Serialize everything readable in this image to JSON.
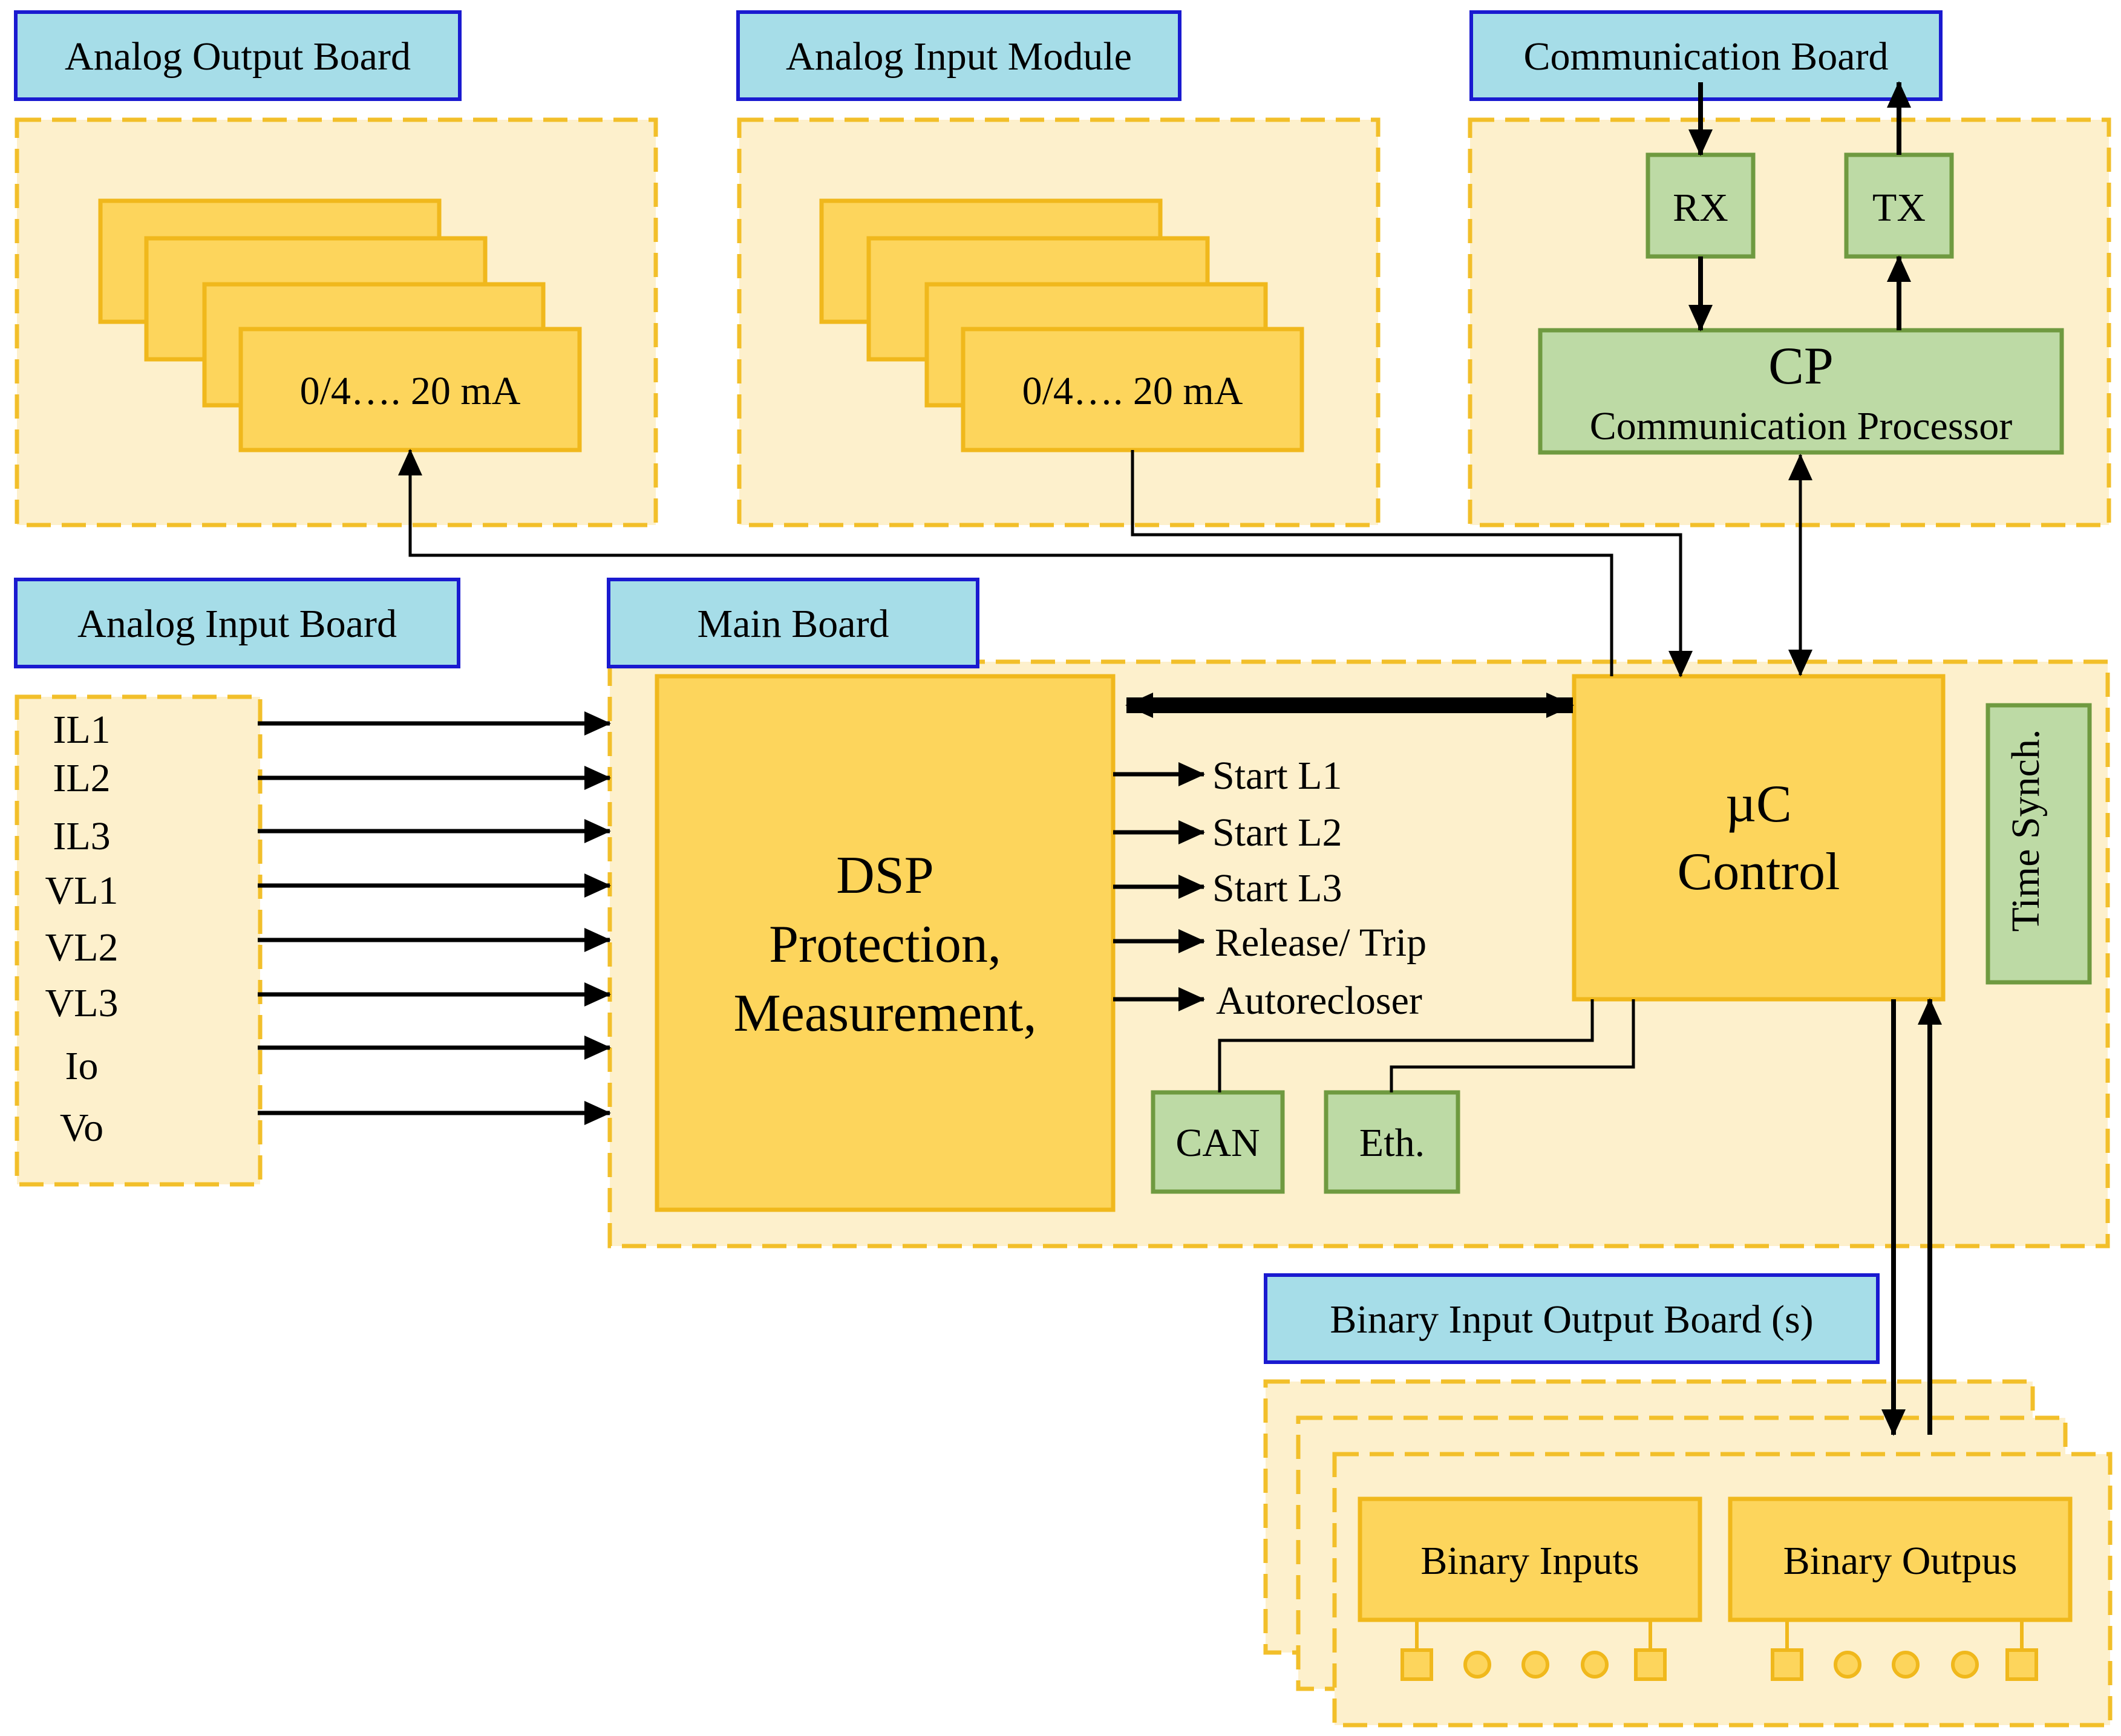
{
  "colors": {
    "tab_fill": "#a6dde8",
    "tab_stroke": "#1a1ad0",
    "board_fill": "#fdf0cc",
    "board_dash": "#f2bf2a",
    "block_fill": "#fdd55c",
    "block_stroke": "#f0b81c",
    "green_fill": "#bddaa5",
    "green_stroke": "#6f9a40",
    "wire": "#000000"
  },
  "titles": {
    "analog_output": "Analog Output Board",
    "analog_input_module": "Analog Input Module",
    "communication": "Communication Board",
    "analog_input_board": "Analog Input Board",
    "main": "Main Board",
    "binary_io": "Binary Input Output Board (s)"
  },
  "analog_output": {
    "card_label": "0/4…. 20 mA"
  },
  "analog_input_module": {
    "card_label": "0/4…. 20 mA"
  },
  "communication": {
    "rx": "RX",
    "tx": "TX",
    "cp_title": "CP",
    "cp_subtitle": "Communication Processor"
  },
  "analog_inputs": [
    "IL1",
    "IL2",
    "IL3",
    "VL1",
    "VL2",
    "VL3",
    "Io",
    "Vo"
  ],
  "dsp": {
    "line1": "DSP",
    "line2": "Protection,",
    "line3": "Measurement,"
  },
  "dsp_outputs": [
    "Start L1",
    "Start L2",
    "Start L3",
    "Release/ Trip",
    "Autorecloser"
  ],
  "uc": {
    "line1": "µC",
    "line2": "Control"
  },
  "time_synch": "Time Synch.",
  "can": "CAN",
  "eth": "Eth.",
  "binary": {
    "inputs": "Binary Inputs",
    "outputs": "Binary Outpus"
  }
}
